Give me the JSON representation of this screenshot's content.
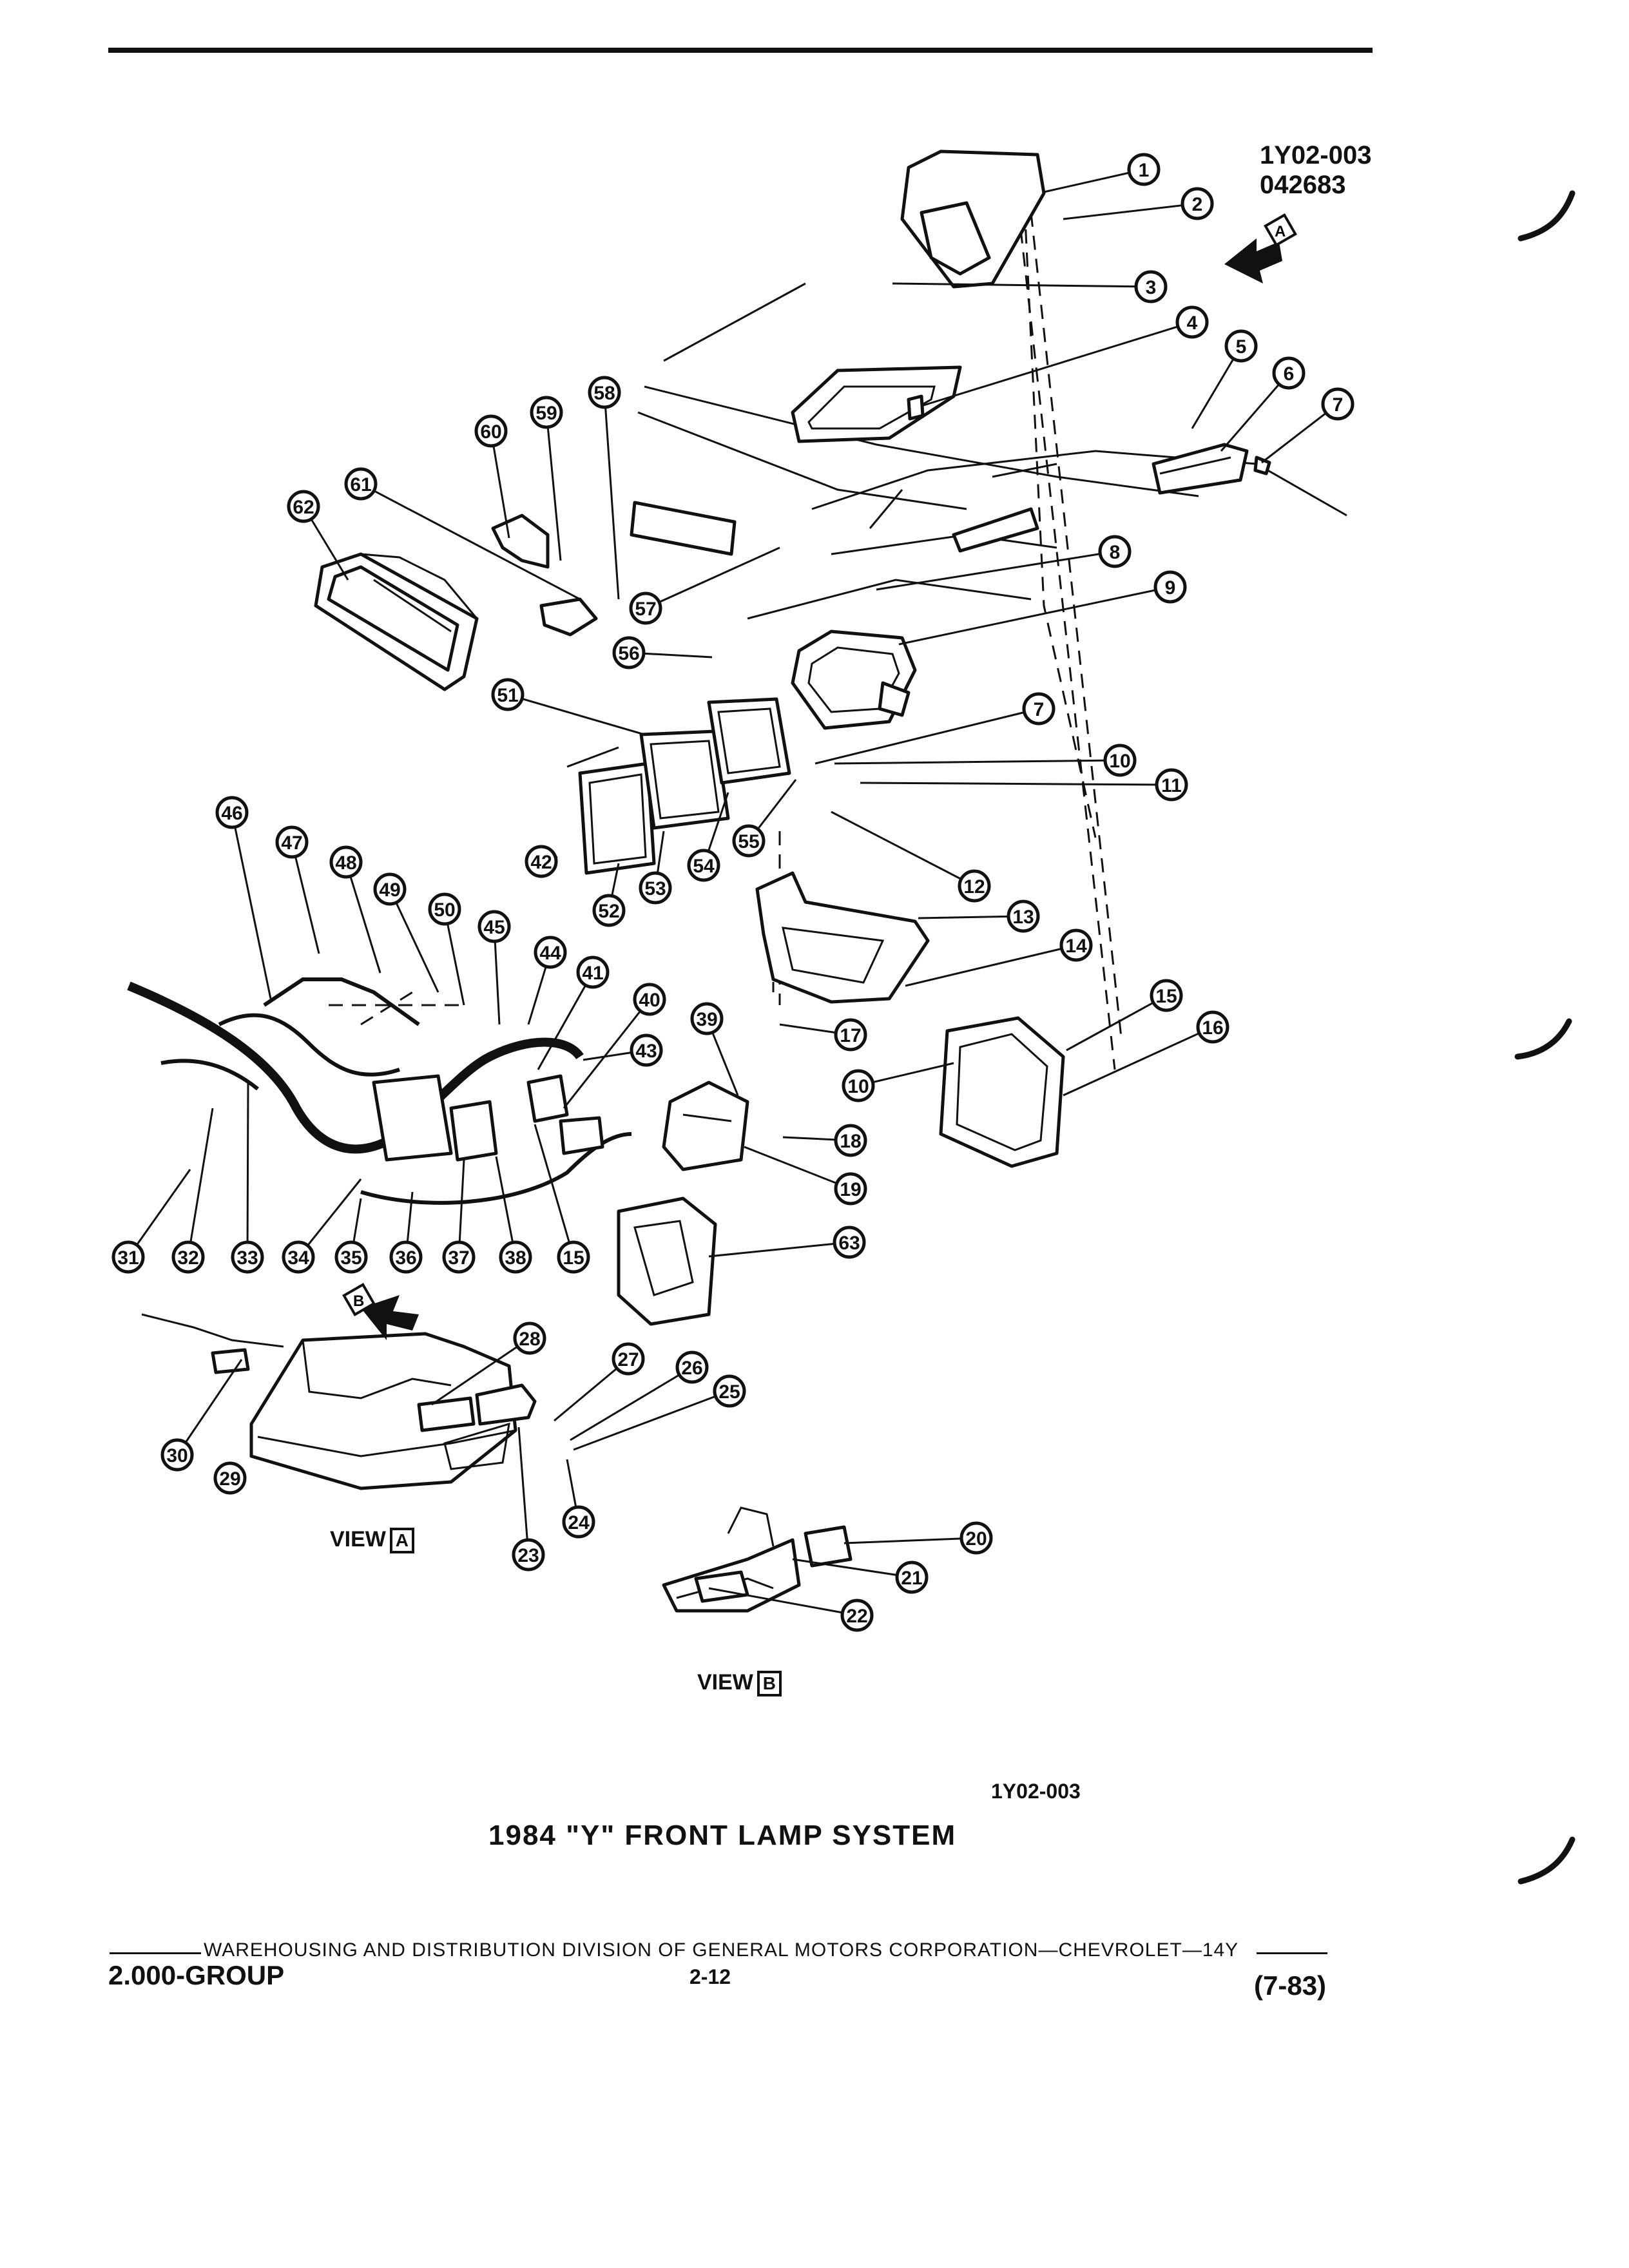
{
  "header": {
    "code_line1": "1Y02-003",
    "code_line2": "042683"
  },
  "view_a_label": {
    "text": "VIEW",
    "letter": "A"
  },
  "view_b_label": {
    "text": "VIEW",
    "letter": "B"
  },
  "arrow_a_letter": "A",
  "arrow_b_letter": "B",
  "figure_code": "1Y02-003",
  "figure_title": "1984 \"Y\" FRONT LAMP SYSTEM",
  "footer": {
    "division_line": "WAREHOUSING AND DISTRIBUTION  DIVISION OF GENERAL MOTORS CORPORATION—CHEVROLET—14Y",
    "group": "2.000-GROUP",
    "page": "2-12",
    "date": "(7-83)"
  },
  "callouts": [
    "1",
    "2",
    "3",
    "4",
    "5",
    "6",
    "7",
    "8",
    "9",
    "7",
    "10",
    "11",
    "12",
    "13",
    "14",
    "15",
    "16",
    "17",
    "18",
    "19",
    "10",
    "20",
    "21",
    "22",
    "23",
    "24",
    "25",
    "26",
    "27",
    "28",
    "29",
    "30",
    "31",
    "32",
    "33",
    "34",
    "35",
    "36",
    "37",
    "38",
    "15",
    "39",
    "40",
    "41",
    "42",
    "43",
    "44",
    "45",
    "46",
    "47",
    "48",
    "49",
    "50",
    "51",
    "52",
    "53",
    "54",
    "55",
    "56",
    "57",
    "58",
    "59",
    "60",
    "61",
    "62",
    "63"
  ]
}
